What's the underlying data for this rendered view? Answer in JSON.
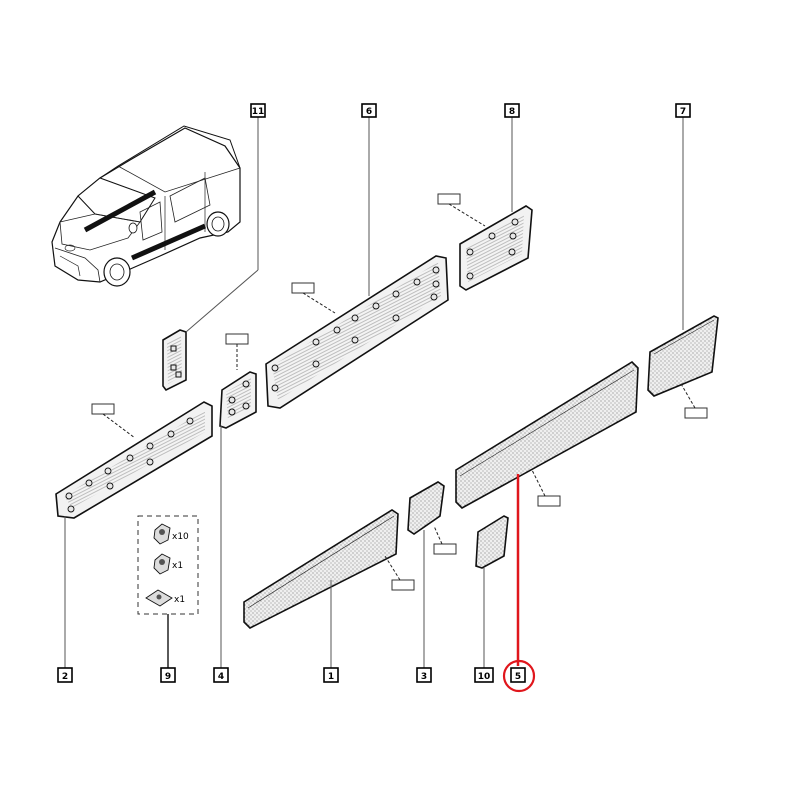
{
  "diagram": {
    "title": "Side body moulding / protective strip parts diagram",
    "highlight_color": "#e0161c",
    "highlighted_part": "5",
    "vehicle": "van-overview-illustration",
    "callouts": [
      {
        "id": "11",
        "label": "11"
      },
      {
        "id": "6",
        "label": "6"
      },
      {
        "id": "8",
        "label": "8"
      },
      {
        "id": "7",
        "label": "7"
      },
      {
        "id": "2",
        "label": "2"
      },
      {
        "id": "9",
        "label": "9"
      },
      {
        "id": "4",
        "label": "4"
      },
      {
        "id": "1",
        "label": "1"
      },
      {
        "id": "3",
        "label": "3"
      },
      {
        "id": "10",
        "label": "10"
      },
      {
        "id": "5",
        "label": "5"
      }
    ],
    "fastener_kit": {
      "items": [
        {
          "icon": "clip-icon",
          "qty": "x10"
        },
        {
          "icon": "clip-icon",
          "qty": "x1"
        },
        {
          "icon": "base-plate-icon",
          "qty": "x1"
        }
      ]
    }
  }
}
